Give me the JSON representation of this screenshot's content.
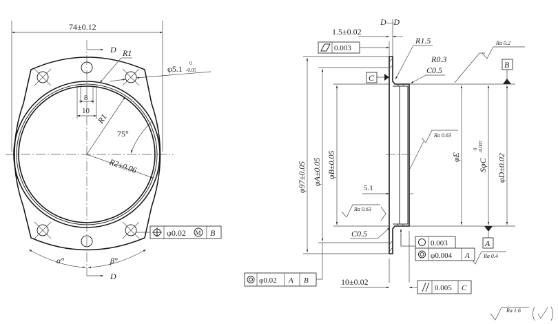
{
  "left_view": {
    "width_dim": "74±0.12",
    "section_mark_top": "D",
    "section_mark_bottom": "D",
    "r1_top": "R1",
    "r1_inner": "R1",
    "hole_dim": "φ5.1",
    "hole_tol_upper": "0",
    "hole_tol_lower": "-0.05",
    "slot_inner": "8",
    "slot_outer": "10",
    "angle": "75°",
    "r2_dim": "R2±0.06",
    "alpha": "α°",
    "beta": "β°",
    "position_fcf": {
      "symbol": "position-icon",
      "tol": "φ0.02",
      "modifier": "M",
      "datum": "B"
    }
  },
  "section_view": {
    "title": "D—D",
    "flange_thk": "1.5±0.02",
    "flatness_fcf": {
      "symbol": "flatness-icon",
      "tol": "0.003"
    },
    "r15": "R1.5",
    "r03": "R0.3",
    "c05_top": "C0.5",
    "c05_bottom": "C0.5",
    "datum_c": "C",
    "datum_b": "B",
    "datum_a": "A",
    "ra_02": "Ra 0.2",
    "ra_063_right": "Ra 0.63",
    "ra_063_left": "Ra 0.63",
    "ra_04": "Ra 0.4",
    "dim_97": "φ97±0.05",
    "dim_a": "φA±0.05",
    "dim_b": "φB±0.05",
    "dim_e": "φE",
    "dim_c": "SφC",
    "dim_c_tol_upper": "0",
    "dim_c_tol_lower": "-0.007",
    "dim_d": "φD±0.02",
    "dim_51": "5.1",
    "dim_10": "10±0.02",
    "circularity_fcf": {
      "symbol": "circularity-icon",
      "tol": "0.003"
    },
    "concentricity_fcf": {
      "symbol": "concentricity-icon",
      "tol": "φ0.004",
      "datum": "A"
    },
    "concentricity_fcf2": {
      "symbol": "concentricity-icon",
      "tol": "φ0.02",
      "datum1": "A",
      "datum2": "B"
    },
    "parallelism_fcf": {
      "symbol": "parallelism-icon",
      "tol": "0.005",
      "datum": "C"
    }
  },
  "general_roughness": {
    "value": "Ra 1.6",
    "symbol": "roughness-check-icon"
  }
}
